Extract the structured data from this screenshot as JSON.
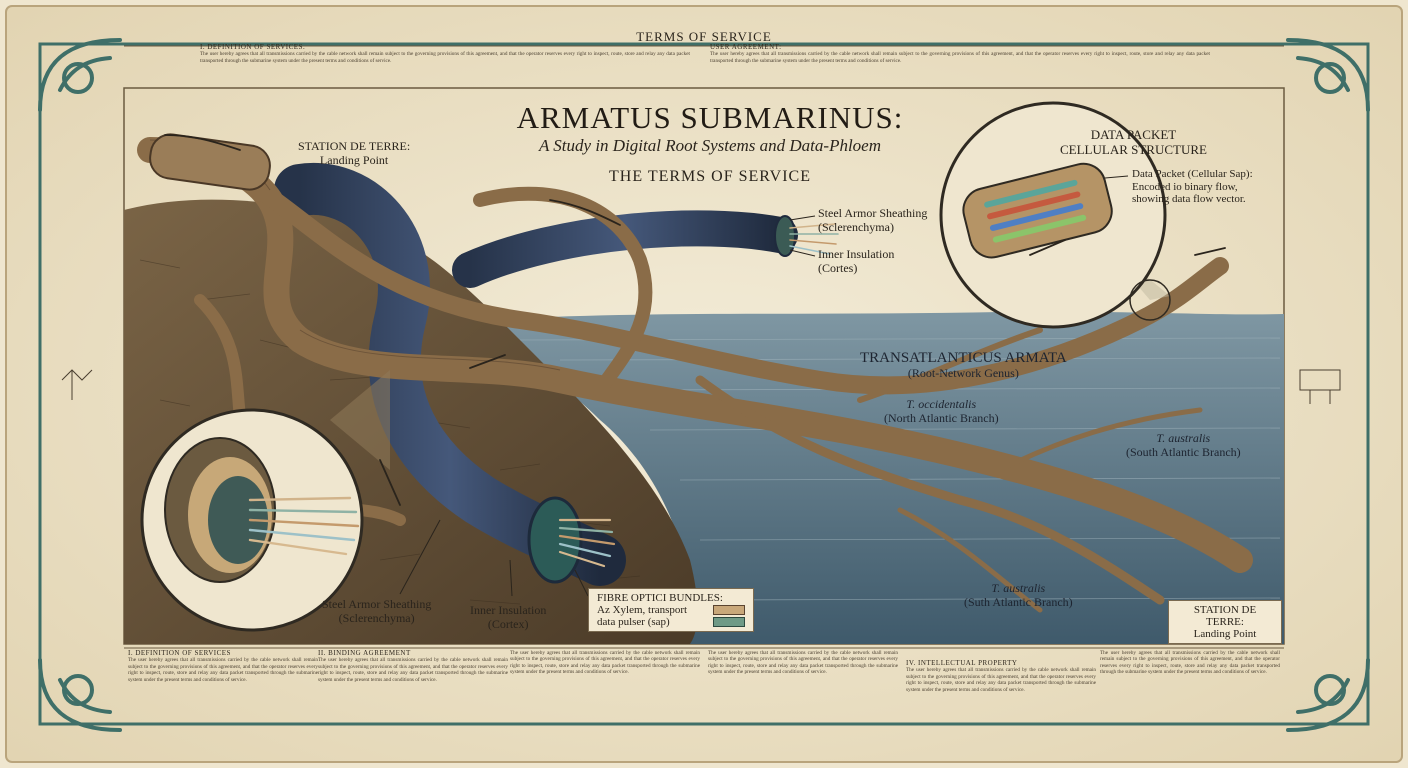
{
  "header": {
    "band_title": "TERMS OF SERVICE"
  },
  "title": {
    "main": "ARMATUS SUBMARINUS:",
    "subtitle": "A Study in Digital Root Systems and Data-Phloem",
    "tos_heading": "THE TERMS OF SERVICE"
  },
  "labels": {
    "station_top": {
      "line1": "STATION DE TERRE:",
      "line2": "Landing Point"
    },
    "steel_top": {
      "line1": "Steel Armor Sheathing",
      "line2": "(Sclerenchyma)"
    },
    "inner_top": {
      "line1": "Inner Insulation",
      "line2": "(Cortes)"
    },
    "data_packet_title": {
      "line1": "DATA PACKET",
      "line2": "CELLULAR STRUCTURE"
    },
    "data_packet_note": {
      "line1": "Data Packet (Cellular Sap):",
      "line2": "Encoded io binary flow,",
      "line3": "showing data flow vector."
    },
    "genus": {
      "line1": "TRANSATLANTICUS ARMATA",
      "line2": "(Root-Network Genus)"
    },
    "occidentalis": {
      "line1": "T. occidentalis",
      "line2": "(North Atlantic Branch)"
    },
    "australis_right": {
      "line1": "T. australis",
      "line2": "(South Atlantic Branch)"
    },
    "australis_bottom": {
      "line1": "T. australis",
      "line2": "(Suth Atlantic Branch)"
    },
    "steel_bottom": {
      "line1": "Steel Armor Sheathing",
      "line2": "(Sclerenchyma)"
    },
    "inner_bottom": {
      "line1": "Inner Insulation",
      "line2": "(Cortex)"
    },
    "fibre_legend": {
      "title": "FIBRE OPTICI BUNDLES:",
      "row1": "Az Xylem, transport",
      "row2": "data pulser (sap)"
    },
    "station_bottom": {
      "line1": "STATION DE TERRE:",
      "line2": "Landing Point"
    }
  },
  "text_columns": {
    "top_left_heading": "I. DEFINITION OF SERVICES.",
    "top_mid_heading": "USER AGREEMENT:",
    "bottom_heading_1": "I. DEFINITION OF SERVICES",
    "bottom_heading_2": "II. BINDING AGREEMENT",
    "bottom_heading_3": "IV. INTELLECTUAL PROPERTY",
    "filler": "The user hereby agrees that all transmissions carried by the cable network shall remain subject to the governing provisions of this agreement, and that the operator reserves every right to inspect, route, store and relay any data packet transported through the submarine system under the present terms and conditions of service."
  },
  "colors": {
    "parchment": "#efe6cf",
    "sea": "#5f7988",
    "soil": "#6b553b",
    "root": "#8a6c48",
    "cable_blue": "#2f3f5c",
    "frame_teal": "#3f6f68"
  }
}
